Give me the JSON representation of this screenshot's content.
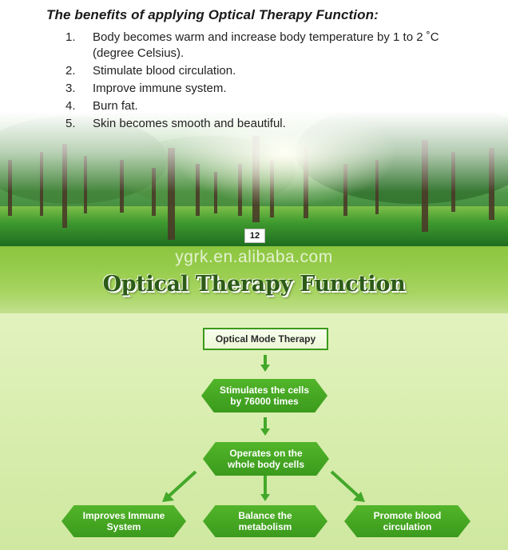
{
  "benefits": {
    "title": "The benefits of applying Optical Therapy Function:",
    "items": [
      {
        "num": "1.",
        "lines": [
          "Body becomes warm and increase body temperature by 1 to 2 ˚C",
          "(degree Celsius)."
        ]
      },
      {
        "num": "2.",
        "lines": [
          "Stimulate blood circulation."
        ]
      },
      {
        "num": "3.",
        "lines": [
          "Improve immune system."
        ]
      },
      {
        "num": "4.",
        "lines": [
          "Burn fat."
        ]
      },
      {
        "num": "5.",
        "lines": [
          "Skin becomes smooth and beautiful."
        ]
      }
    ]
  },
  "page_number": "12",
  "watermark": "ygrk.en.alibaba.com",
  "section_title": "Optical Therapy Function",
  "flow": {
    "step1": "Optical Mode Therapy",
    "step2": [
      "Stimulates the cells",
      "by 76000 times"
    ],
    "step3": [
      "Operates on the",
      "whole body cells"
    ],
    "outcomes": [
      [
        "Improves Immune",
        "System"
      ],
      [
        "Balance the",
        "metabolism"
      ],
      [
        "Promote blood",
        "circulation"
      ]
    ]
  },
  "colors": {
    "banner_green": "#8cc63f",
    "title_green": "#2c5b18",
    "node_green": "#3b9a1c",
    "arrow_green": "#43a82a"
  }
}
